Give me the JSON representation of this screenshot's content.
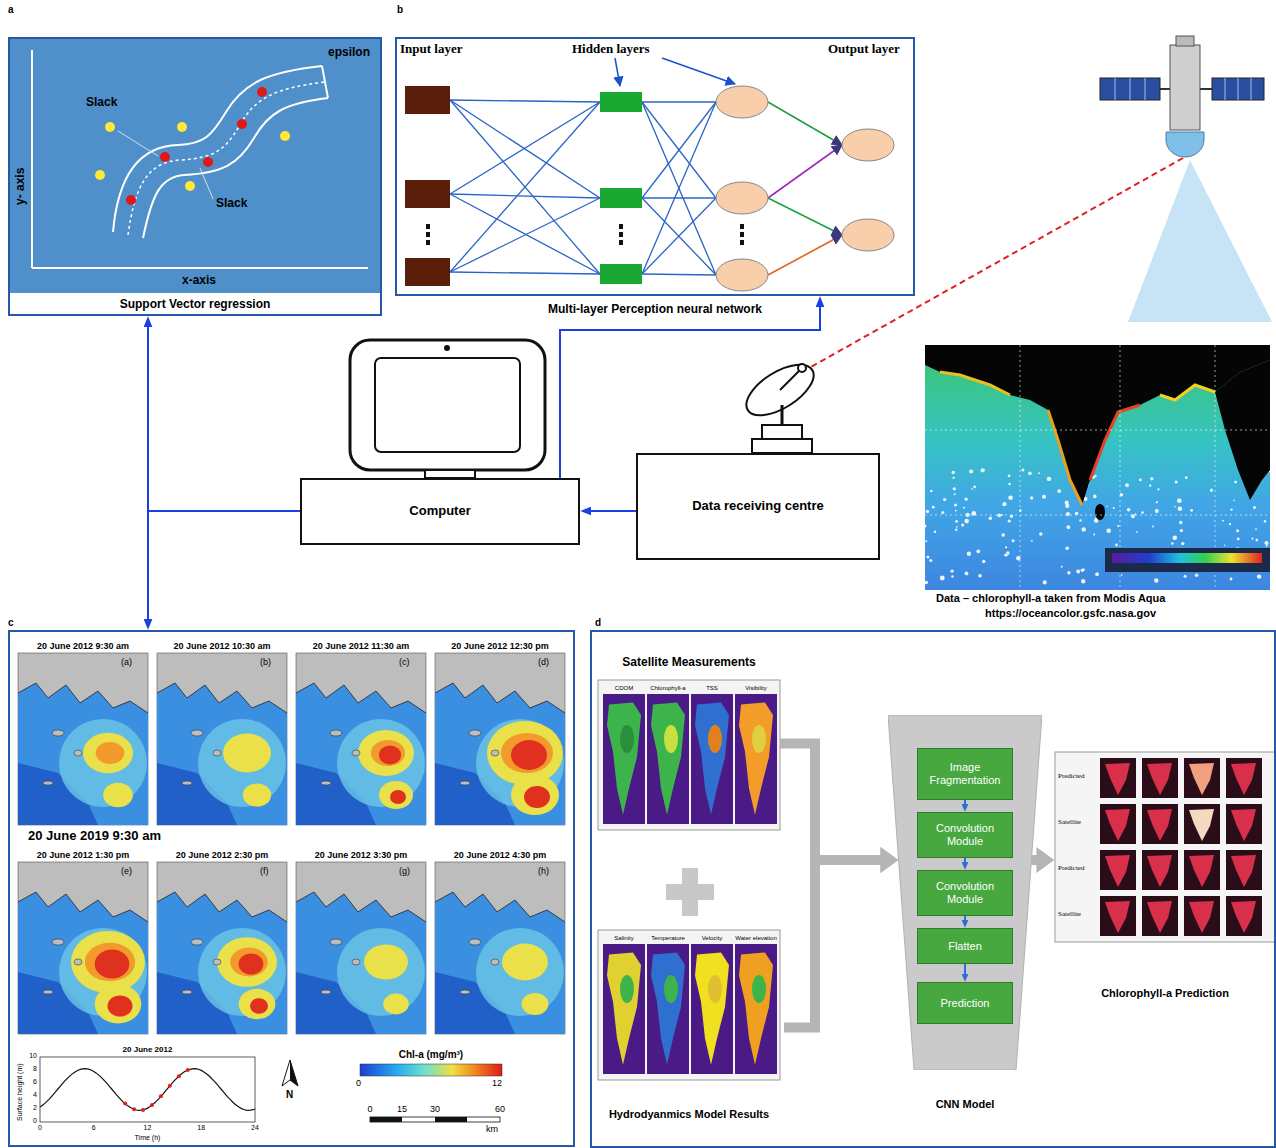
{
  "diagram": {
    "nodes": [
      {
        "text": [
          "a",
          "Support Vector regression"
        ]
      },
      {
        "text": [
          "b",
          "Multi-layer Perception neural network"
        ]
      },
      {
        "text": [
          "Computer"
        ]
      },
      {
        "text": [
          "Data receiving centre"
        ]
      },
      {
        "text": [
          "c"
        ]
      },
      {
        "text": [
          "d"
        ]
      },
      {
        "text": [
          "Satellite Measurements"
        ],
        "in": 5
      },
      {
        "text": [
          "Hydrodyanmics Model Results"
        ],
        "in": 5
      },
      {
        "text": [
          "CNN Model"
        ],
        "in": 5
      },
      {
        "text": [
          "Image Fragmentation"
        ],
        "in": 8
      },
      {
        "text": [
          "Convolution Module"
        ],
        "in": 8
      },
      {
        "text": [
          "Convolution Module"
        ],
        "in": 8
      },
      {
        "text": [
          "Flatten"
        ],
        "in": 8
      },
      {
        "text": [
          "Prediction"
        ],
        "in": 8
      },
      {
        "text": [
          "Chlorophyll-a Prediction"
        ],
        "in": 5
      }
    ],
    "edges": [
      {
        "from": 3,
        "to": 2,
        "arrow": "to"
      },
      {
        "from": 2,
        "to": 1,
        "arrow": "to"
      },
      {
        "from": 2,
        "to": 0,
        "arrow": "to"
      },
      {
        "from": 2,
        "to": 4,
        "arrow": "to"
      },
      {
        "from": 6,
        "to": 8,
        "arrow": "to"
      },
      {
        "from": 7,
        "to": 8,
        "arrow": "to"
      },
      {
        "from": 8,
        "to": 14,
        "arrow": "to"
      },
      {
        "from": 9,
        "to": 10,
        "arrow": "to"
      },
      {
        "from": 10,
        "to": 11,
        "arrow": "to"
      },
      {
        "from": 11,
        "to": 12,
        "arrow": "to"
      },
      {
        "from": 12,
        "to": 13,
        "arrow": "to"
      }
    ],
    "labels": [
      "y- axis",
      "x-axis",
      "Slack",
      "Slack",
      "epsilon",
      "Input layer",
      "Hidden layers",
      "Output layer",
      "Data – chlorophyll-a taken from Modis Aqua",
      "https://oceancolor.gsfc.nasa.gov",
      "20 June 2012 9:30 am",
      "20 June 2012 10:30 am",
      "20 June 2012 11:30 am",
      "20 June 2012 12:30 pm",
      "20 June 2012 1:30 pm",
      "20 June 2012 2:30 pm",
      "20 June 2012 3:30 pm",
      "20 June 2012 4:30 pm",
      "20 June 2019 9:30 am",
      "(a)",
      "(b)",
      "(c)",
      "(d)",
      "(e)",
      "(f)",
      "(g)",
      "(h)",
      "20 June 2012",
      "Surface height (m)",
      "Time (h)",
      "0",
      "2",
      "4",
      "6",
      "8",
      "10",
      "0",
      "6",
      "12",
      "18",
      "24",
      "N",
      "Chl-a (mg/m³)",
      "0",
      "12",
      "0",
      "15",
      "30",
      "60",
      "km",
      "CDOM",
      "Chlorophyll-a",
      "TSS",
      "Visibility",
      "Salinity",
      "Temperature",
      "Velocity",
      "Water elevation",
      "Predicted",
      "Satellite",
      "Predicted",
      "Satellite"
    ]
  }
}
